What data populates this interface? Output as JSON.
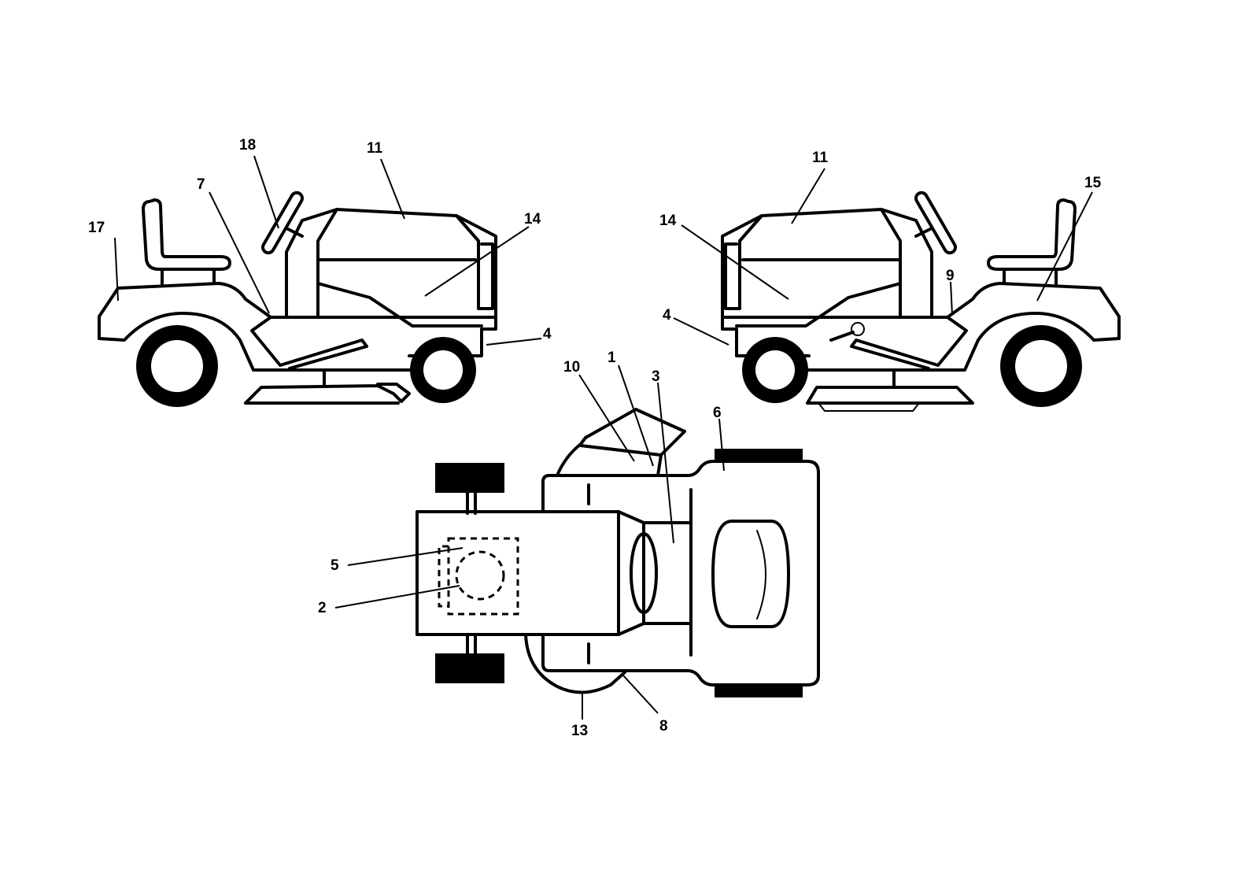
{
  "diagram": {
    "callouts": {
      "left_17": "17",
      "left_7": "7",
      "left_18": "18",
      "left_11": "11",
      "left_14": "14",
      "left_4": "4",
      "right_11": "11",
      "right_15": "15",
      "right_14": "14",
      "right_9": "9",
      "right_4": "4",
      "top_10": "10",
      "top_1": "1",
      "top_3": "3",
      "top_6": "6",
      "top_5": "5",
      "top_2": "2",
      "top_13": "13",
      "top_8": "8"
    }
  }
}
